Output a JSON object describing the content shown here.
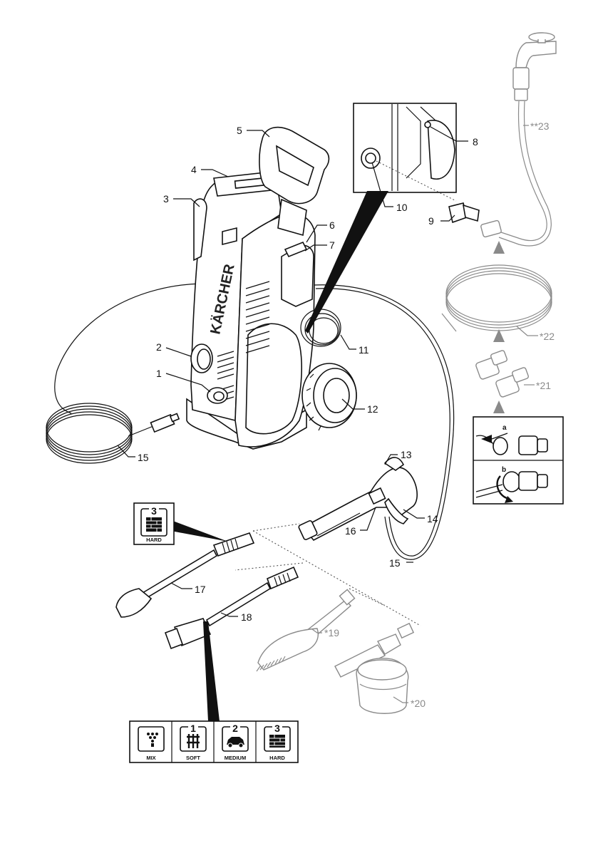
{
  "labels": {
    "l1": "1",
    "l2": "2",
    "l3": "3",
    "l4": "4",
    "l5": "5",
    "l6": "6",
    "l7": "7",
    "l8": "8",
    "l9": "9",
    "l10": "10",
    "l11": "11",
    "l12": "12",
    "l13": "13",
    "l14": "14",
    "l15a": "15",
    "l15b": "15",
    "l16": "16",
    "l17": "17",
    "l18": "18",
    "l19": "*19",
    "l20": "*20",
    "l21": "*21",
    "l22": "*22",
    "l23": "**23"
  },
  "brand": "KÄRCHER",
  "steps": {
    "a": "a",
    "b": "b"
  },
  "badge_single": {
    "number": "3",
    "text": "HARD"
  },
  "badge_row": [
    {
      "number": "",
      "text": "MIX",
      "icon": "spray-icon"
    },
    {
      "number": "1",
      "text": "SOFT",
      "icon": "fence-icon"
    },
    {
      "number": "2",
      "text": "MEDIUM",
      "icon": "car-icon"
    },
    {
      "number": "3",
      "text": "HARD",
      "icon": "brick-wall-icon"
    }
  ],
  "colors": {
    "line": "#111111",
    "optional_parts": "#8a8a8a"
  }
}
